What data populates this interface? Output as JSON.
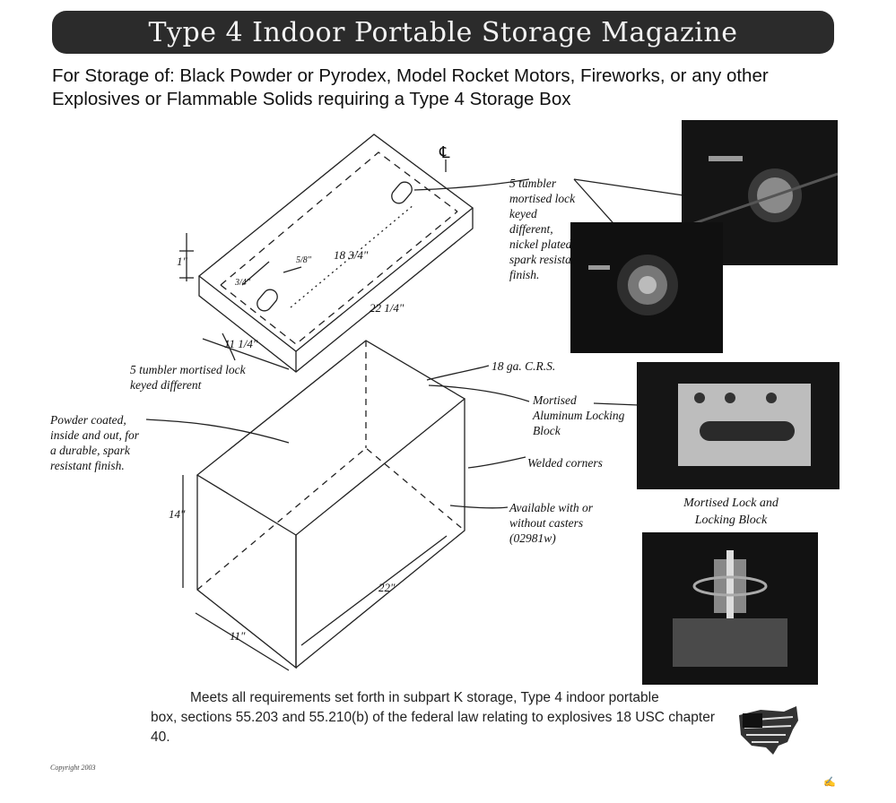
{
  "title": "Type 4 Indoor Portable Storage Magazine",
  "subtitle": "For Storage of: Black Powder or Pyrodex, Model Rocket Motors, Fireworks, or any other Explosives or Flammable Solids requiring a Type 4 Storage Box",
  "dimensions": {
    "lid_height": "1\"",
    "lid_length_inner": "18 3/4\"",
    "lid_slot_offset": "5/8\"",
    "lid_slot_width": "3/4\"",
    "lid_length": "22 1/4\"",
    "lid_width": "11 1/4\"",
    "box_height": "14\"",
    "box_length": "22\"",
    "box_width": "11\"",
    "centerline": "℄"
  },
  "callouts": {
    "lock_spec": "5 tumbler mortised lock keyed different, nickel plated spark resistant finish.",
    "lock_short": "5 tumbler mortised lock keyed different",
    "steel": "18 ga. C.R.S.",
    "locking_block": "Mortised Aluminum Locking Block",
    "finish": "Powder coated, inside and out, for a durable, spark resistant finish.",
    "corners": "Welded corners",
    "casters": "Available with or without casters (02981w)"
  },
  "photo_caption": "Mortised Lock and Locking Block",
  "footer_text_line1": "Meets all requirements set forth in subpart K storage, Type 4 indoor portable",
  "footer_text_rest": "box,  sections 55.203 and 55.210(b) of the federal law relating to explosives 18 USC chapter 40.",
  "copyright": "Copyright 2003",
  "icons": [
    "usa-flag-map-icon",
    "page-mark-icon"
  ]
}
